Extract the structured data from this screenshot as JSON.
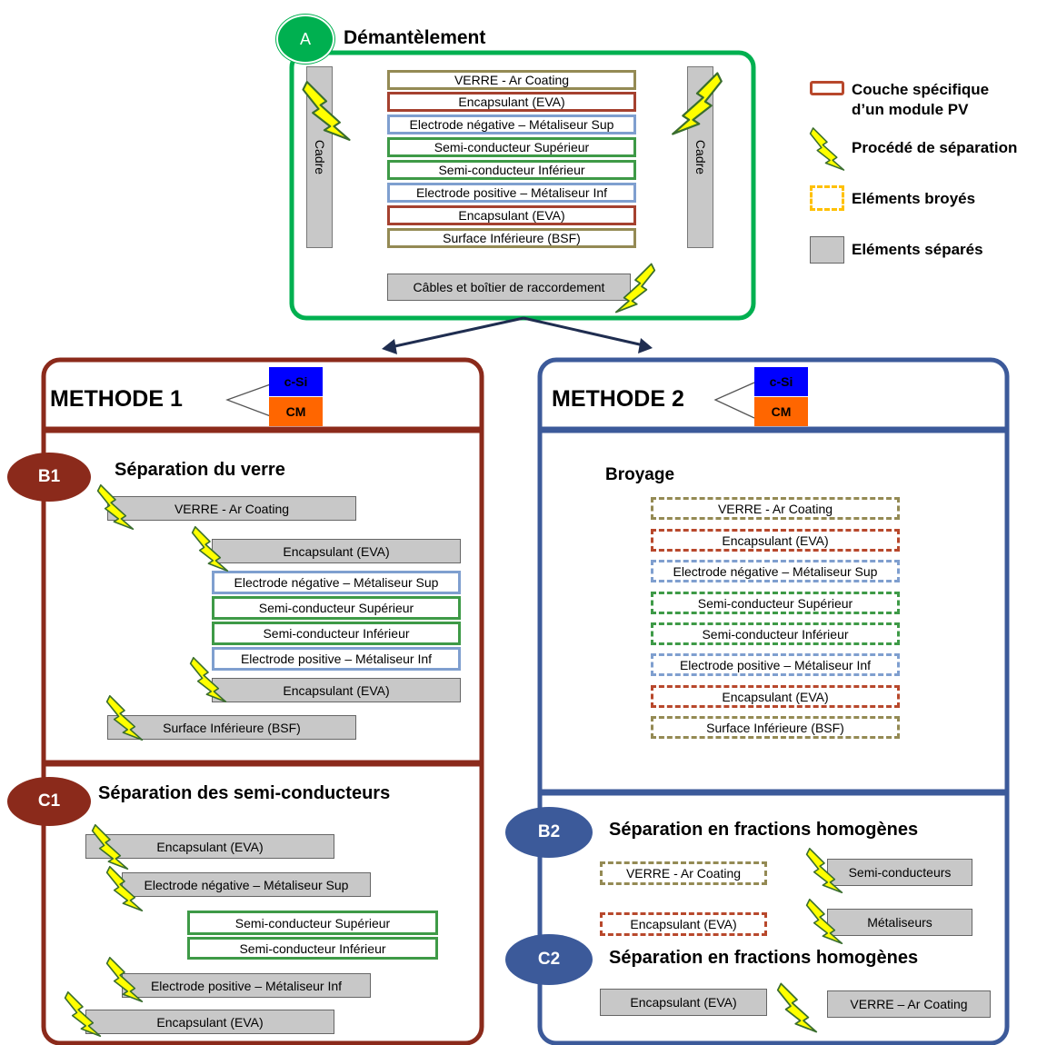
{
  "colors": {
    "green": "#00b050",
    "method1": "#8b2a1b",
    "method2": "#3c5a9a",
    "csi": "#0000ff",
    "cm": "#ff6600",
    "bolt": "#ffff00"
  },
  "sectionA": {
    "badge": "A",
    "title": "Démantèlement",
    "frame_label": "Cadre",
    "layers": [
      "VERRE - Ar Coating",
      "Encapsulant  (EVA)",
      "Electrode négative – Métaliseur Sup",
      "Semi-conducteur Supérieur",
      "Semi-conducteur Inférieur",
      "Electrode positive – Métaliseur Inf",
      "Encapsulant (EVA)",
      "Surface Inférieure (BSF)"
    ],
    "cables": "Câbles et boîtier  de raccordement"
  },
  "legend": {
    "layer": "Couche spécifique d’un module PV",
    "process": "Procédé de séparation",
    "crushed": "Eléments broyés",
    "separated": "Eléments séparés"
  },
  "method1": {
    "title": "METHODE 1",
    "tag1": "c-Si",
    "tag2": "CM",
    "b1": {
      "badge": "B1",
      "title": "Séparation du verre",
      "verre": "VERRE - Ar Coating",
      "enc1": "Encapsulant  (EVA)",
      "stack": [
        "Electrode négative – Métaliseur Sup",
        "Semi-conducteur Supérieur",
        "Semi-conducteur Inférieur",
        "Electrode positive – Métaliseur Inf"
      ],
      "enc2": "Encapsulant (EVA)",
      "bsf": "Surface Inférieure (BSF)"
    },
    "c1": {
      "badge": "C1",
      "title": "Séparation des semi-conducteurs",
      "enc1": "Encapsulant  (EVA)",
      "elec_neg": "Electrode négative – Métaliseur Sup",
      "sc_sup": "Semi-conducteur Supérieur",
      "sc_inf": "Semi-conducteur Inférieur",
      "elec_pos": "Electrode positive – Métaliseur Inf",
      "enc2": "Encapsulant (EVA)"
    }
  },
  "method2": {
    "title": "METHODE 2",
    "tag1": "c-Si",
    "tag2": "CM",
    "broyage": {
      "title": "Broyage",
      "layers": [
        "VERRE - Ar Coating",
        "Encapsulant  (EVA)",
        "Electrode négative – Métaliseur Sup",
        "Semi-conducteur Supérieur",
        "Semi-conducteur Inférieur",
        "Electrode positive – Métaliseur Inf",
        "Encapsulant (EVA)",
        "Surface Inférieure (BSF)"
      ]
    },
    "b2": {
      "badge": "B2",
      "title": "Séparation en fractions homogènes",
      "verre": "VERRE - Ar Coating",
      "enc": "Encapsulant  (EVA)",
      "sc": "Semi-conducteurs",
      "met": "Métaliseurs"
    },
    "c2": {
      "badge": "C2",
      "title": "Séparation en fractions homogènes",
      "enc": "Encapsulant  (EVA)",
      "verre": "VERRE – Ar Coating"
    }
  }
}
